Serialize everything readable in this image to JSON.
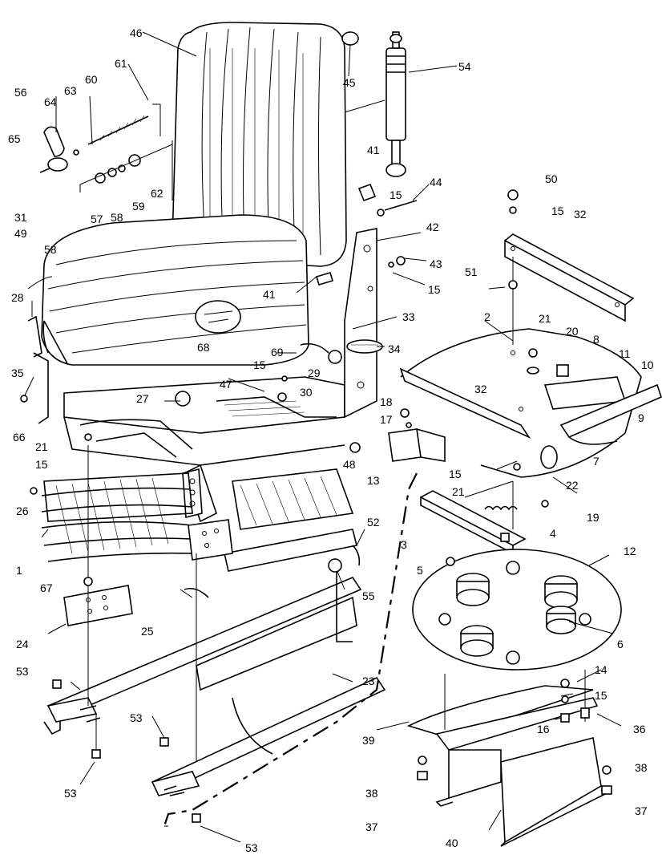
{
  "callouts": [
    "1",
    "2",
    "3",
    "4",
    "5",
    "6",
    "7",
    "8",
    "9",
    "10",
    "11",
    "12",
    "13",
    "14",
    "15",
    "16",
    "17",
    "18",
    "19",
    "20",
    "21",
    "22",
    "23",
    "24",
    "25",
    "26",
    "27",
    "28",
    "29",
    "30",
    "31",
    "32",
    "33",
    "34",
    "35",
    "36",
    "37",
    "38",
    "39",
    "40",
    "41",
    "42",
    "43",
    "44",
    "45",
    "46",
    "47",
    "48",
    "49",
    "50",
    "51",
    "52",
    "53",
    "54",
    "55",
    "56",
    "57",
    "58",
    "59",
    "60",
    "61",
    "62",
    "63",
    "64",
    "65",
    "66",
    "67",
    "68",
    "69"
  ]
}
